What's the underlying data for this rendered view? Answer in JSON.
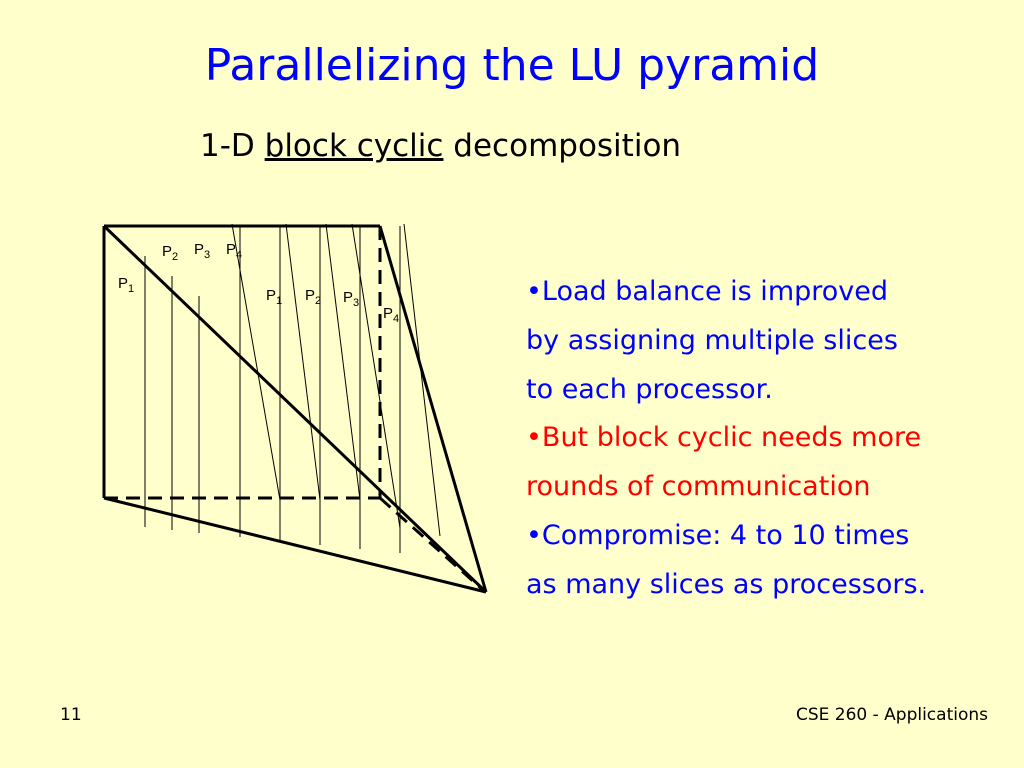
{
  "slide": {
    "title": "Parallelizing the LU pyramid",
    "subtitle_prefix": "1-D ",
    "subtitle_underlined": "block cyclic",
    "subtitle_suffix": " decomposition"
  },
  "diagram": {
    "labels": [
      {
        "base": "P",
        "sub": "2"
      },
      {
        "base": "P",
        "sub": "3"
      },
      {
        "base": "P",
        "sub": "4"
      },
      {
        "base": "P",
        "sub": "1"
      },
      {
        "base": "P",
        "sub": "1"
      },
      {
        "base": "P",
        "sub": "2"
      },
      {
        "base": "P",
        "sub": "3"
      },
      {
        "base": "P",
        "sub": "4"
      }
    ]
  },
  "bullets": [
    {
      "lines": [
        "•Load balance is improved",
        "by assigning multiple slices",
        "to each processor."
      ],
      "color": "#0000ff"
    },
    {
      "lines": [
        "•But block cyclic needs more",
        "rounds of communication"
      ],
      "color": "#ff0000"
    },
    {
      "lines": [
        "•Compromise: 4 to 10 times",
        "as many slices as processors."
      ],
      "color": "#0000ff"
    }
  ],
  "footer": {
    "slide_number": "11",
    "course": "CSE 260 - Applications"
  }
}
